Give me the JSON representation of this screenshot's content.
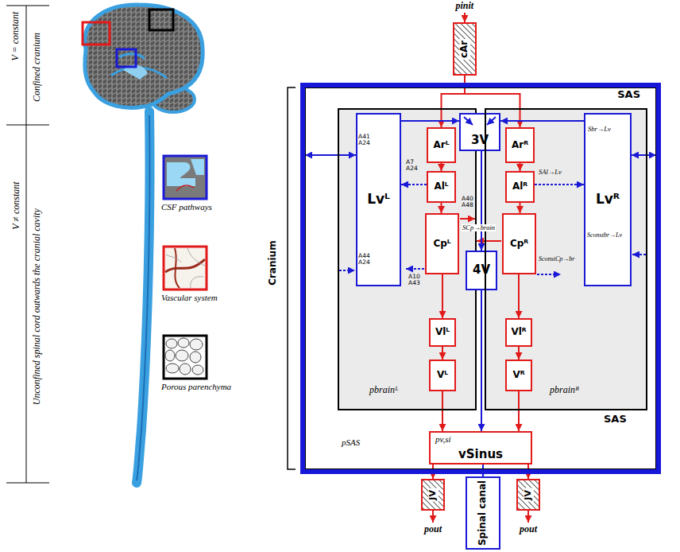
{
  "diagram": {
    "nodes": [
      {
        "text": [
          "cAr"
        ]
      },
      {
        "text": [
          "SAS"
        ]
      },
      {
        "text": [
          "pbrainᴸ"
        ],
        "in": 1
      },
      {
        "text": [
          "Lvᴸ"
        ],
        "in": 2
      },
      {
        "text": [
          "Arᴸ"
        ],
        "in": 2
      },
      {
        "text": [
          "Alᴸ"
        ],
        "in": 2
      },
      {
        "text": [
          "Cpᴸ"
        ],
        "in": 2
      },
      {
        "text": [
          "Vlᴸ"
        ],
        "in": 2
      },
      {
        "text": [
          "Vᴸ"
        ],
        "in": 2
      },
      {
        "text": [
          "3V"
        ],
        "in": 1
      },
      {
        "text": [
          "4V"
        ],
        "in": 1
      },
      {
        "text": [
          "pbrainᴿ"
        ],
        "in": 1
      },
      {
        "text": [
          "Arᴿ"
        ],
        "in": 11
      },
      {
        "text": [
          "Alᴿ"
        ],
        "in": 11
      },
      {
        "text": [
          "Cpᴿ"
        ],
        "in": 11
      },
      {
        "text": [
          "Vlᴿ"
        ],
        "in": 11
      },
      {
        "text": [
          "Vᴿ"
        ],
        "in": 11
      },
      {
        "text": [
          "Lvᴿ"
        ],
        "in": 11
      },
      {
        "text": [
          "pv,si",
          "vSinus"
        ],
        "in": 1
      },
      {
        "text": [
          "JV"
        ]
      },
      {
        "text": [
          "Spinal canal"
        ]
      },
      {
        "text": [
          "JV"
        ]
      }
    ],
    "edges": [
      {
        "from": 0,
        "to": 4,
        "arrow": "to"
      },
      {
        "from": 0,
        "to": 12,
        "arrow": "to"
      },
      {
        "from": 4,
        "to": 5,
        "arrow": "to"
      },
      {
        "from": 5,
        "to": 6,
        "arrow": "to"
      },
      {
        "from": 6,
        "to": 7,
        "arrow": "to"
      },
      {
        "from": 7,
        "to": 8,
        "arrow": "to"
      },
      {
        "from": 8,
        "to": 18,
        "arrow": "to"
      },
      {
        "from": 12,
        "to": 13,
        "arrow": "to"
      },
      {
        "from": 13,
        "to": 14,
        "arrow": "to"
      },
      {
        "from": 14,
        "to": 15,
        "arrow": "to"
      },
      {
        "from": 15,
        "to": 16,
        "arrow": "to"
      },
      {
        "from": 16,
        "to": 18,
        "arrow": "to"
      },
      {
        "from": 18,
        "to": 19,
        "arrow": "to"
      },
      {
        "from": 18,
        "to": 21,
        "arrow": "to"
      },
      {
        "from": 3,
        "to": 9,
        "arrow": "to"
      },
      {
        "from": 17,
        "to": 9,
        "arrow": "to"
      },
      {
        "from": 9,
        "to": 10,
        "arrow": "to"
      },
      {
        "from": 10,
        "to": 18,
        "arrow": "to"
      },
      {
        "from": 18,
        "to": 20,
        "arrow": "to"
      },
      {
        "from": 5,
        "to": 3,
        "arrow": "to"
      },
      {
        "from": 13,
        "to": 17,
        "arrow": "to"
      },
      {
        "from": 3,
        "to": 1,
        "arrow": "both"
      },
      {
        "from": 17,
        "to": 1,
        "arrow": "both"
      }
    ],
    "labels": [
      "V = constant",
      "Confined cranium",
      "V ≠ constant",
      "Unconfined spinal cord outwards the cranial cavity",
      "CSF pathways",
      "Vascular system",
      "Porous parenchyma",
      "pinit",
      "Cranium",
      "SAS",
      "pSAS",
      "A41",
      "A24",
      "A7",
      "A24",
      "A44",
      "A24",
      "A40",
      "A48",
      "A10",
      "A43",
      "Sbr→Lv",
      "SAl→Lv",
      "SCp→brain",
      "SconstCp→br",
      "Sconstbr→Lv",
      "pout",
      "pout"
    ]
  }
}
